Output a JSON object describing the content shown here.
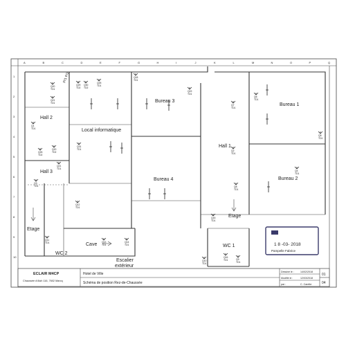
{
  "grid": {
    "columns": [
      "A",
      "B",
      "C",
      "D",
      "E",
      "F",
      "G",
      "H",
      "I",
      "J",
      "K",
      "L",
      "M",
      "N",
      "O",
      "P",
      "Q"
    ],
    "rows": [
      "1",
      "2",
      "3",
      "4",
      "5",
      "6",
      "7",
      "8",
      "9",
      "10"
    ]
  },
  "rooms": {
    "hall2": "Hall 2",
    "hall3": "Hall 3",
    "local": "Local informatique",
    "bureau3": "Bureau 3",
    "bureau4": "Bureau 4",
    "bureau1": "Bureau 1",
    "bureau2": "Bureau 2",
    "hall1": "Hall 1",
    "etage_left": "Etage",
    "etage_right": "Etage",
    "wc2": "WC 2",
    "wc1": "WC 1",
    "cave": "Cave",
    "escalier": "Escalier",
    "exterieur": "extérieur"
  },
  "handwritten": "P/1 P/2",
  "stamp": {
    "date": "1 8 -03- 2018",
    "caption": "Pampelle Fabrice"
  },
  "title_block": {
    "company": "ECLAIR M4CP",
    "address": "Chaussée d'Alsh 116, 7602 Marcq",
    "project": "Hotel de Ville",
    "drawing": "Schéma de position Rez-de-Chaussée",
    "label_designed": "Dessiné le :",
    "value_designed": "14/02/2018",
    "label_modified": "Modifié le :",
    "value_modified": "12/03/2018",
    "label_by": "par :",
    "value_by": "C. Carette",
    "sheet": "01",
    "total": "04"
  },
  "devices": [
    {
      "id": "q20",
      "code": "Q20",
      "sub": "TD1"
    },
    {
      "id": "q21",
      "code": "Q21",
      "sub": "TD1"
    },
    {
      "id": "q29",
      "code": "Q29",
      "sub": "TD2"
    },
    {
      "id": "q30",
      "code": "Q30",
      "sub": "TD2"
    },
    {
      "id": "q25",
      "code": "Q25",
      "sub": "TD1"
    },
    {
      "id": "q18",
      "code": "Q18",
      "sub": "TD1"
    },
    {
      "id": "q19",
      "code": "Q19",
      "sub": "TD1"
    },
    {
      "id": "q1",
      "code": "Q1",
      "sub": "TD1"
    },
    {
      "id": "q26",
      "code": "Q26",
      "sub": "TD2"
    },
    {
      "id": "q31",
      "code": "Q31",
      "sub": "TD1"
    },
    {
      "id": "q20b",
      "code": "Q20",
      "sub": "TD2"
    },
    {
      "id": "q21b",
      "code": "Q21",
      "sub": "TD1"
    },
    {
      "id": "q3",
      "code": "Q3",
      "sub": "TD1"
    },
    {
      "id": "q7",
      "code": "Q7",
      "sub": "TD1"
    },
    {
      "id": "q6",
      "code": "Q6",
      "sub": "TD1"
    },
    {
      "id": "q5",
      "code": "Q5",
      "sub": "TD1"
    },
    {
      "id": "q4",
      "code": "Q4",
      "sub": "TD1"
    },
    {
      "id": "q8",
      "code": "Q8",
      "sub": "TD1"
    },
    {
      "id": "q15",
      "code": "Q15",
      "sub": "TD1"
    },
    {
      "id": "q16",
      "code": "Q16",
      "sub": "TD1"
    },
    {
      "id": "q13",
      "code": "Q13",
      "sub": "TD1"
    },
    {
      "id": "q14",
      "code": "Q14",
      "sub": "TD1"
    },
    {
      "id": "q12",
      "code": "Q12",
      "sub": "TD1"
    },
    {
      "id": "q11",
      "code": "Q11",
      "sub": "TD1"
    },
    {
      "id": "q10",
      "code": "Q10",
      "sub": "TD1"
    },
    {
      "id": "q9",
      "code": "Q9",
      "sub": "TD1"
    },
    {
      "id": "q2",
      "code": "Q2",
      "sub": "TD1"
    }
  ]
}
